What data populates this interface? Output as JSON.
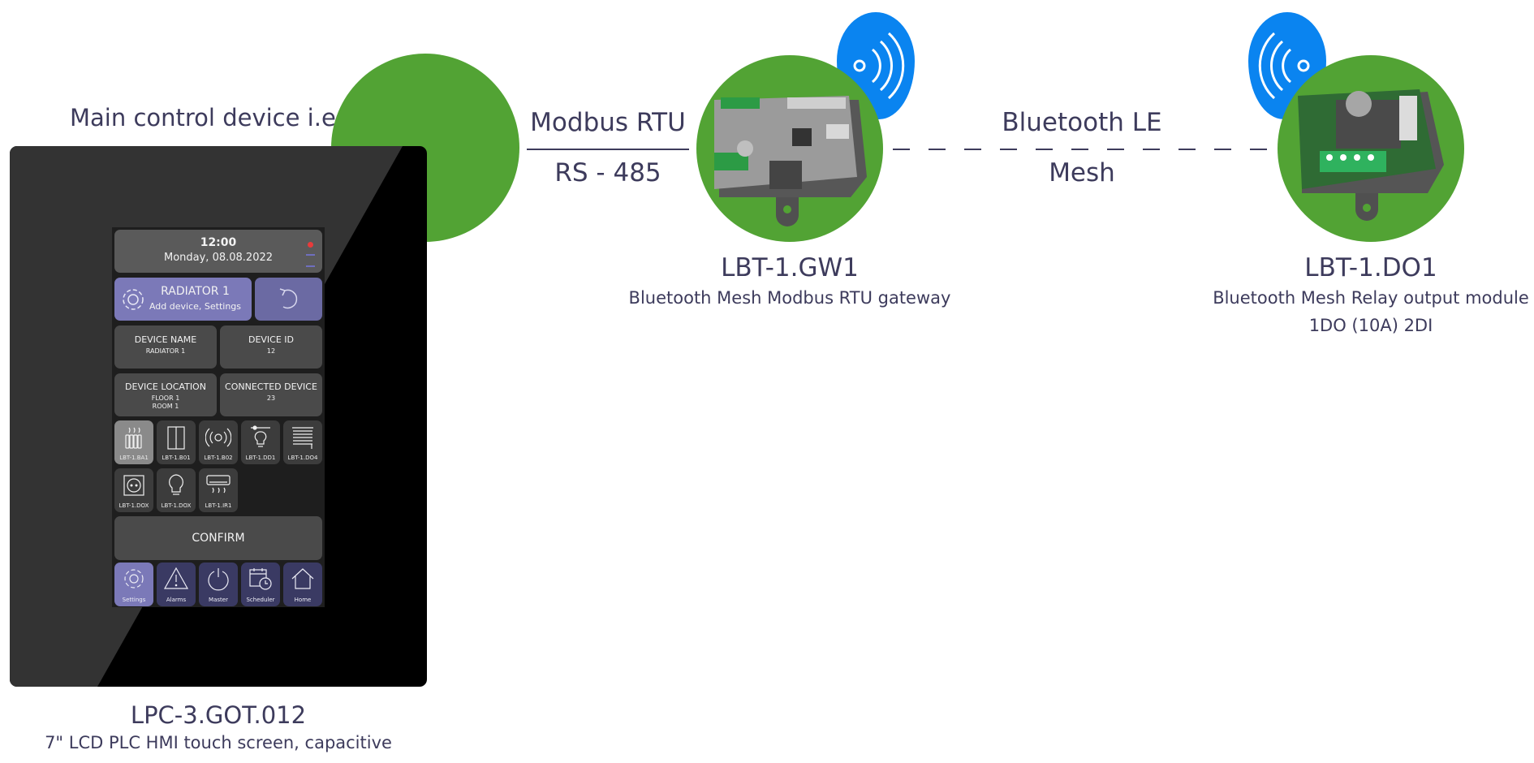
{
  "main_label": "Main control device i.e.:",
  "hmi": {
    "model": "LPC-3.GOT.012",
    "description": "7\" LCD PLC HMI touch screen, capacitive",
    "screen": {
      "time": "12:00",
      "date": "Monday, 08.08.2022",
      "radiator_title": "RADIATOR 1",
      "radiator_subtitle": "Add device, Settings",
      "device_name_label": "DEVICE NAME",
      "device_name_value": "RADIATOR 1",
      "device_id_label": "DEVICE ID",
      "device_id_value": "12",
      "device_location_label": "DEVICE LOCATION",
      "device_location_floor": "FLOOR 1",
      "device_location_room": "ROOM 1",
      "connected_device_label": "CONNECTED DEVICE",
      "connected_device_value": "23",
      "icons": [
        "LBT-1.BA1",
        "LBT-1.B01",
        "LBT-1.B02",
        "LBT-1.DD1",
        "LBT-1.DO4",
        "LBT-1.DOX",
        "LBT-1.DOX",
        "LBT-1.IR1"
      ],
      "confirm": "CONFIRM",
      "nav": [
        "Settings",
        "Alarms",
        "Master",
        "Scheduler",
        "Home"
      ]
    }
  },
  "link_modbus": {
    "top": "Modbus RTU",
    "bottom": "RS - 485"
  },
  "link_ble": {
    "top": "Bluetooth LE",
    "bottom": "Mesh"
  },
  "gateway": {
    "model": "LBT-1.GW1",
    "description": "Bluetooth Mesh Modbus RTU gateway"
  },
  "relay": {
    "model": "LBT-1.DO1",
    "description": "Bluetooth Mesh Relay output module",
    "description2": "1DO (10A) 2DI"
  },
  "colors": {
    "text": "#3d3b5c",
    "green": "#52a334",
    "blue": "#0a84f0",
    "nav": "#3a3a63",
    "selected": "#7b79b8"
  }
}
